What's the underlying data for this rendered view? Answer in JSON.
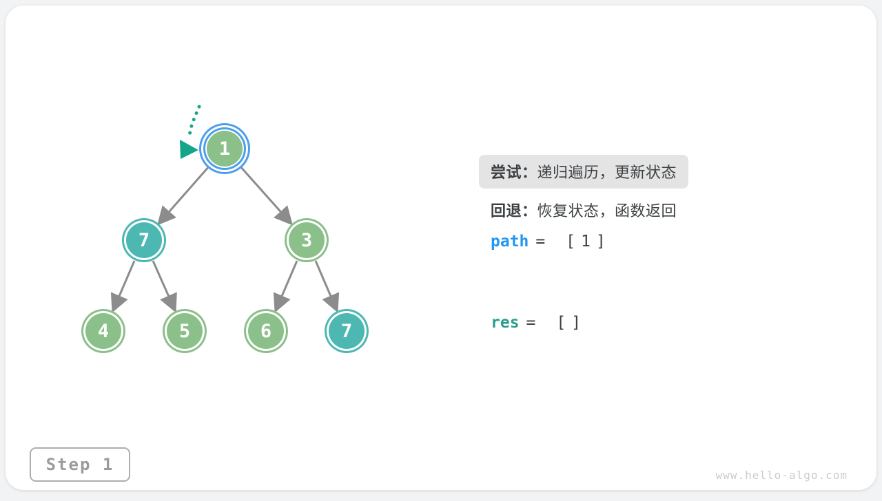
{
  "panel": {
    "try_line": {
      "keyword": "尝试：",
      "text": "递归遍历，更新状态",
      "highlighted": true
    },
    "back_line": {
      "keyword": "回退：",
      "text": "恢复状态，函数返回"
    },
    "path_line": {
      "name": "path",
      "rest": "= [1]"
    },
    "res_line": {
      "name": "res",
      "rest": "= []"
    }
  },
  "tree": {
    "nodes": [
      {
        "value": "1",
        "variant": "green",
        "highlighted": true
      },
      {
        "value": "7",
        "variant": "teal",
        "highlighted": false
      },
      {
        "value": "3",
        "variant": "green",
        "highlighted": false
      },
      {
        "value": "4",
        "variant": "green",
        "highlighted": false
      },
      {
        "value": "5",
        "variant": "green",
        "highlighted": false
      },
      {
        "value": "6",
        "variant": "green",
        "highlighted": false
      },
      {
        "value": "7",
        "variant": "teal",
        "highlighted": false
      }
    ],
    "edges": [
      [
        0,
        1
      ],
      [
        0,
        2
      ],
      [
        1,
        3
      ],
      [
        1,
        4
      ],
      [
        2,
        5
      ],
      [
        2,
        6
      ]
    ],
    "pointer": {
      "target_node_index": 0,
      "style": "dotted-arrow"
    }
  },
  "step_badge": {
    "label": "Step 1"
  },
  "watermark": "www.hello-algo.com",
  "colors": {
    "node_green": "#8BC08A",
    "node_teal": "#4DB8B2",
    "current_ring_blue": "#4D9EEA",
    "edge_gray": "#8C8C8C",
    "pointer_teal": "#17A589",
    "path_blue": "#2196F3",
    "res_teal": "#2A9D8F",
    "text_dark": "#3C4043",
    "highlight_bg": "#E4E4E4",
    "step_gray": "#9B9B9B",
    "watermark_gray": "#CBCBCB"
  }
}
